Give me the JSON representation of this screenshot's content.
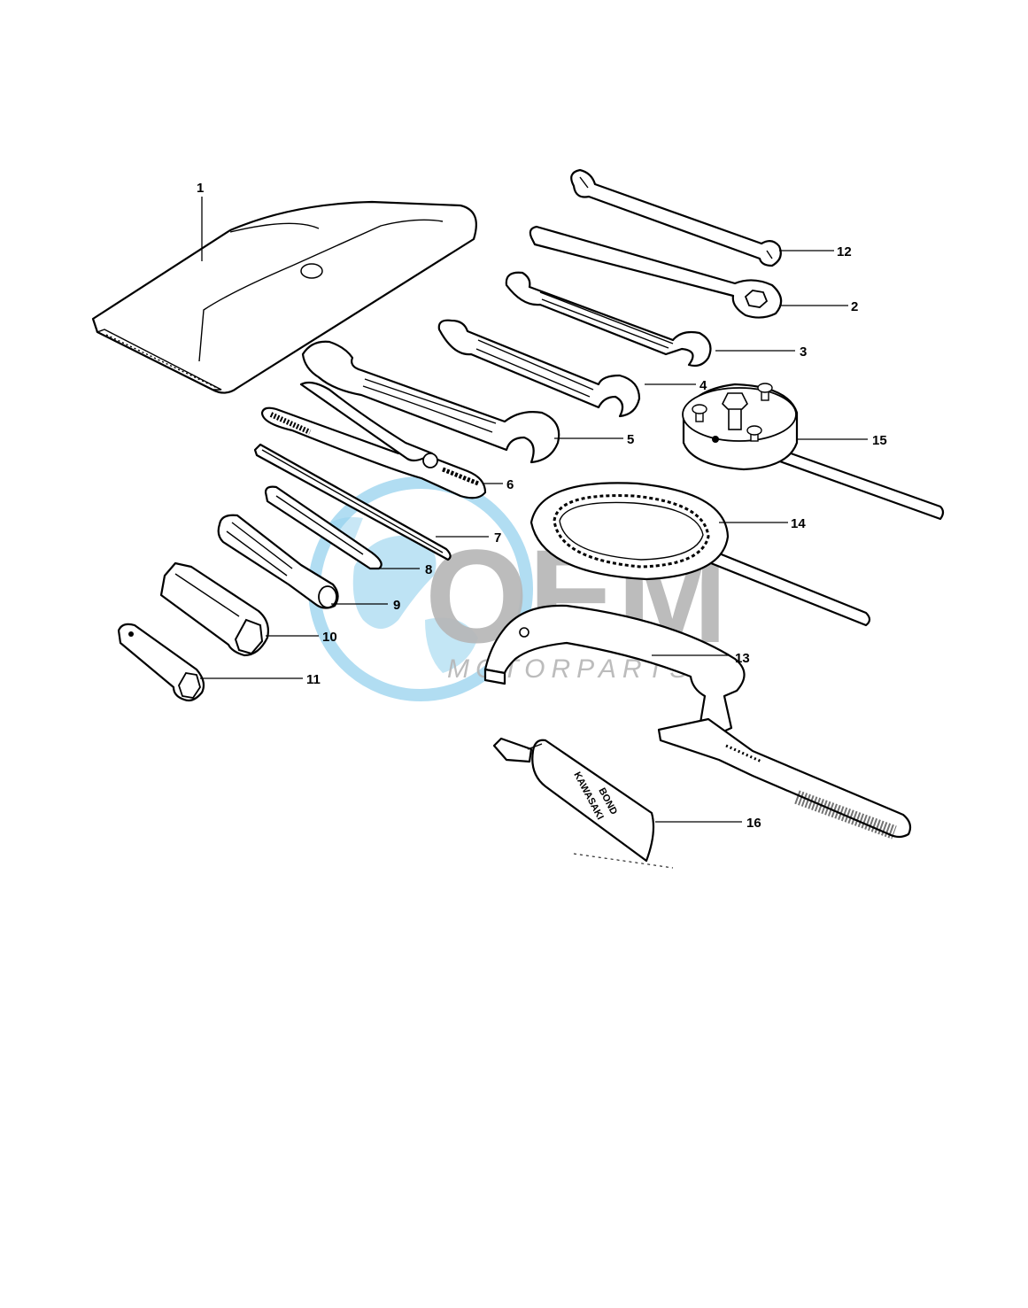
{
  "watermark": {
    "logo_text": "OEM",
    "sub_text": "MOTORPARTS",
    "globe_color": "#7ec8ea",
    "letter_color": "#a8a8a8"
  },
  "callouts": [
    {
      "id": "1",
      "label": "1",
      "part": "tool-bag"
    },
    {
      "id": "2",
      "label": "2",
      "part": "box-end-wrench"
    },
    {
      "id": "3",
      "label": "3",
      "part": "open-end-wrench-medium"
    },
    {
      "id": "4",
      "label": "4",
      "part": "open-end-wrench-large"
    },
    {
      "id": "5",
      "label": "5",
      "part": "open-end-wrench-xl"
    },
    {
      "id": "6",
      "label": "6",
      "part": "pliers"
    },
    {
      "id": "7",
      "label": "7",
      "part": "screwdriver"
    },
    {
      "id": "8",
      "label": "8",
      "part": "screwdriver-bit"
    },
    {
      "id": "9",
      "label": "9",
      "part": "screwdriver-handle"
    },
    {
      "id": "10",
      "label": "10",
      "part": "spark-plug-socket"
    },
    {
      "id": "11",
      "label": "11",
      "part": "box-socket"
    },
    {
      "id": "12",
      "label": "12",
      "part": "small-wrench"
    },
    {
      "id": "13",
      "label": "13",
      "part": "valve-spring-compressor"
    },
    {
      "id": "14",
      "label": "14",
      "part": "clutch-holder"
    },
    {
      "id": "15",
      "label": "15",
      "part": "flywheel-puller"
    },
    {
      "id": "16",
      "label": "16",
      "part": "bond-tube"
    }
  ],
  "bond_tube_text": [
    "KAWASAKI",
    "BOND"
  ]
}
